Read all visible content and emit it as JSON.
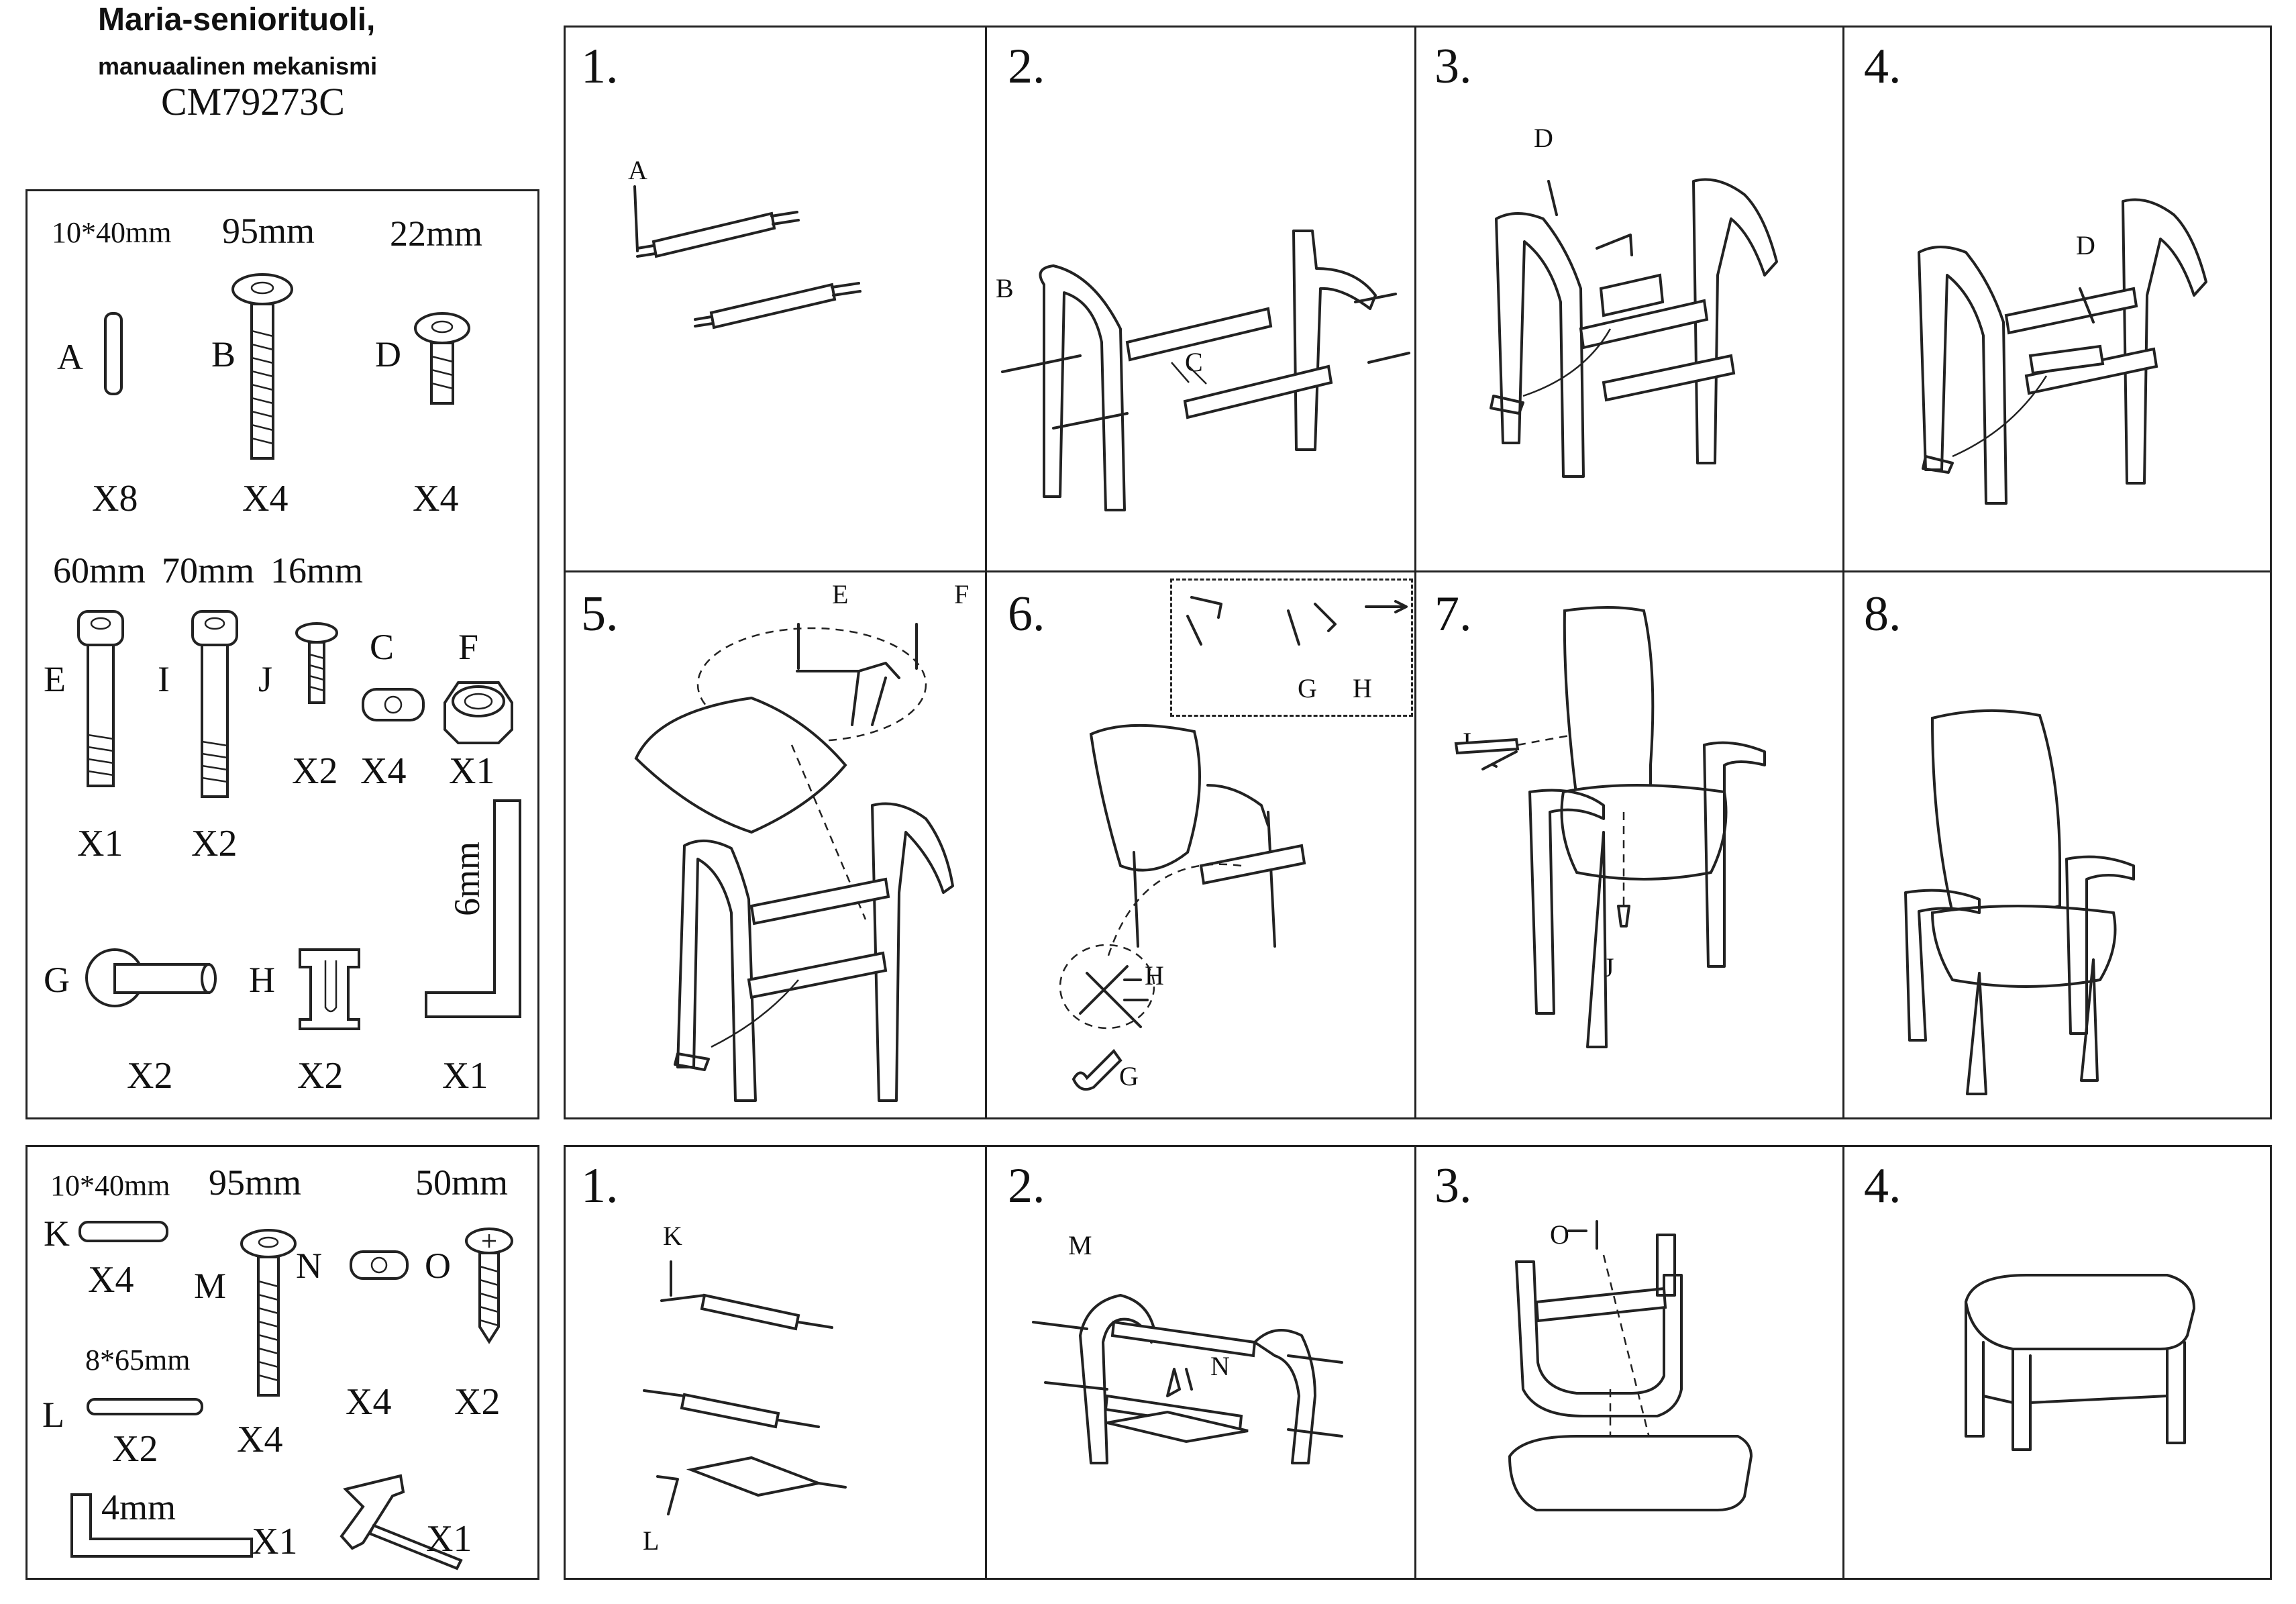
{
  "header": {
    "title_line1": "Maria-seniorituoli,",
    "title_line2": "manuaalinen mekanismi",
    "model_code": "CM79273C"
  },
  "chair_parts": {
    "row1": [
      {
        "size": "10*40mm",
        "letter": "A",
        "qty": "X8",
        "icon": "dowel-icon"
      },
      {
        "size": "95mm",
        "letter": "B",
        "qty": "X4",
        "icon": "long-bolt-icon"
      },
      {
        "size": "22mm",
        "letter": "D",
        "qty": "X4",
        "icon": "short-bolt-icon"
      }
    ],
    "row2_sizes": [
      "60mm",
      "70mm",
      "16mm"
    ],
    "row2": [
      {
        "letter": "E",
        "qty": "X1",
        "icon": "bolt-60-icon"
      },
      {
        "letter": "I",
        "qty": "X2",
        "icon": "bolt-70-icon"
      },
      {
        "letter": "J",
        "qty": "X2",
        "icon": "screw-16-icon"
      },
      {
        "letter": "C",
        "qty": "X4",
        "icon": "barrel-nut-icon"
      },
      {
        "letter": "F",
        "qty": "X1",
        "icon": "lock-nut-icon"
      }
    ],
    "row3": [
      {
        "letter": "G",
        "qty": "X2",
        "icon": "pin-icon"
      },
      {
        "letter": "H",
        "qty": "X2",
        "icon": "clip-icon"
      },
      {
        "size": "6mm",
        "qty": "X1",
        "icon": "allen-key-icon"
      }
    ]
  },
  "footstool_parts": {
    "items": [
      {
        "size": "10*40mm",
        "letter": "K",
        "qty": "X4",
        "icon": "dowel-icon"
      },
      {
        "size": "95mm",
        "letter": "M",
        "qty": "X4",
        "icon": "long-bolt-icon"
      },
      {
        "letter": "N",
        "qty": "X4",
        "icon": "barrel-nut-icon"
      },
      {
        "size": "50mm",
        "letter": "O",
        "qty": "X2",
        "icon": "screw-50-icon"
      },
      {
        "size": "8*65mm",
        "letter": "L",
        "qty": "X2",
        "icon": "dowel-long-icon"
      },
      {
        "size": "4mm",
        "qty": "X1",
        "icon": "allen-key-icon"
      },
      {
        "qty": "X1",
        "icon": "wrench-icon"
      }
    ]
  },
  "chair_steps": [
    {
      "number": "1.",
      "callouts": [
        "A"
      ]
    },
    {
      "number": "2.",
      "callouts": [
        "B",
        "C"
      ]
    },
    {
      "number": "3.",
      "callouts": [
        "D"
      ]
    },
    {
      "number": "4.",
      "callouts": [
        "D"
      ]
    },
    {
      "number": "5.",
      "callouts": [
        "E",
        "F"
      ]
    },
    {
      "number": "6.",
      "callouts": [
        "G",
        "H",
        "H",
        "G"
      ]
    },
    {
      "number": "7.",
      "callouts": [
        "I",
        "J"
      ]
    },
    {
      "number": "8.",
      "callouts": []
    }
  ],
  "footstool_steps": [
    {
      "number": "1.",
      "callouts": [
        "K",
        "L"
      ]
    },
    {
      "number": "2.",
      "callouts": [
        "M",
        "N"
      ]
    },
    {
      "number": "3.",
      "callouts": [
        "O"
      ]
    },
    {
      "number": "4.",
      "callouts": []
    }
  ]
}
